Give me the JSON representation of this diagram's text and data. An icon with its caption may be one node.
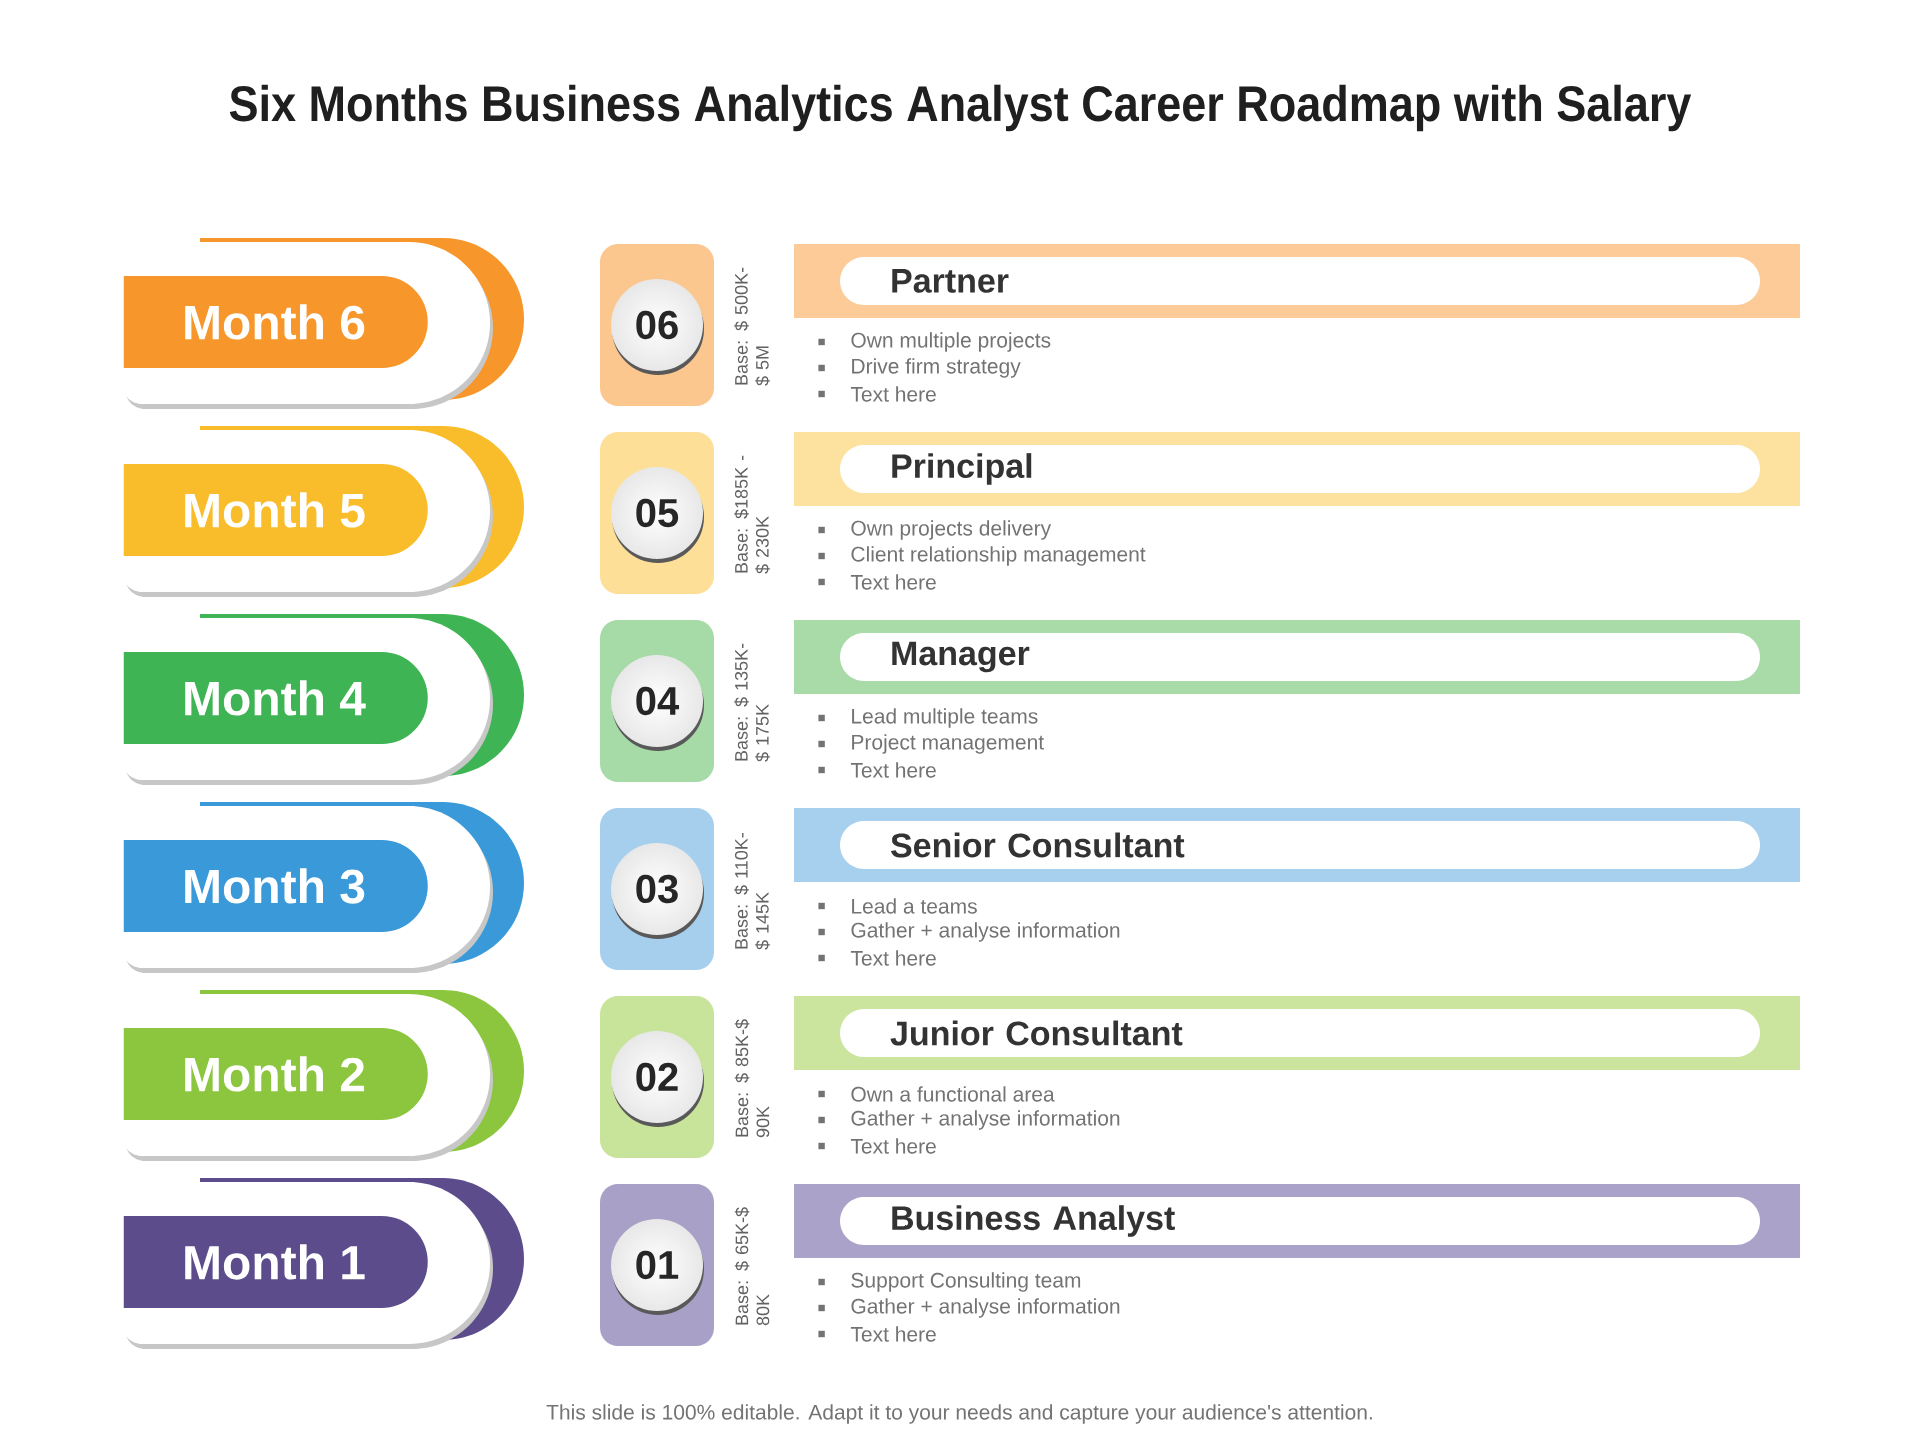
{
  "diagram": {
    "title": "Six Months Business Analytics Analyst Career Roadmap with Salary",
    "nodes": [
      {
        "text": [
          "Month 6"
        ]
      },
      {
        "text": [
          "06"
        ],
        "beside": [
          "Base: $ 500K- $ 5M"
        ]
      },
      {
        "text": [
          "Partner"
        ],
        "beside": [
          "Own multiple projects",
          "Drive firm strategy",
          "Text here"
        ]
      },
      {
        "text": [
          "Month 5"
        ]
      },
      {
        "text": [
          "05"
        ],
        "beside": [
          "Base: $185K - $ 230K"
        ]
      },
      {
        "text": [
          "Principal"
        ],
        "beside": [
          "Own projects delivery",
          "Client relationship management",
          "Text here"
        ]
      },
      {
        "text": [
          "Month 4"
        ]
      },
      {
        "text": [
          "04"
        ],
        "beside": [
          "Base: $ 135K- $ 175K"
        ]
      },
      {
        "text": [
          "Manager"
        ],
        "beside": [
          "Lead multiple teams",
          "Project management",
          "Text here"
        ]
      },
      {
        "text": [
          "Month 3"
        ]
      },
      {
        "text": [
          "03"
        ],
        "beside": [
          "Base: $ 110K- $ 145K"
        ]
      },
      {
        "text": [
          "Senior Consultant"
        ],
        "beside": [
          "Lead a teams",
          "Gather + analyse information",
          "Text here"
        ]
      },
      {
        "text": [
          "Month 2"
        ]
      },
      {
        "text": [
          "02"
        ],
        "beside": [
          "Base: $ 85K-$ 90K"
        ]
      },
      {
        "text": [
          "Junior Consultant"
        ],
        "beside": [
          "Own a functional area",
          "Gather + analyse information",
          "Text here"
        ]
      },
      {
        "text": [
          "Month 1"
        ]
      },
      {
        "text": [
          "01"
        ],
        "beside": [
          "Base: $ 65K-$ 80K"
        ]
      },
      {
        "text": [
          "Business Analyst"
        ],
        "beside": [
          "Support Consulting team",
          "Gather + analyse information",
          "Text here"
        ]
      }
    ],
    "caption": "This slide is 100% editable. Adapt it to your needs and capture your audience's attention."
  }
}
